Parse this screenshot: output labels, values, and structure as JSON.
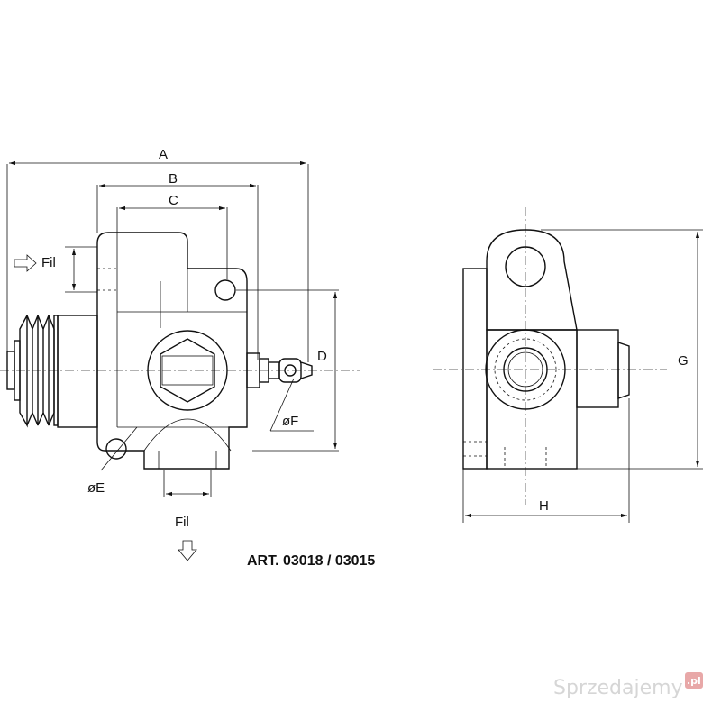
{
  "diagram": {
    "article_label": "ART. 03018 / 03015",
    "dimensions": {
      "A": "A",
      "B": "B",
      "C": "C",
      "D": "D",
      "E": "øE",
      "F": "øF",
      "G": "G",
      "H": "H"
    },
    "fil_inlet": "Fil",
    "fil_outlet": "Fil"
  },
  "watermark": {
    "text": "Sprzedajemy",
    "badge": ".pl"
  }
}
